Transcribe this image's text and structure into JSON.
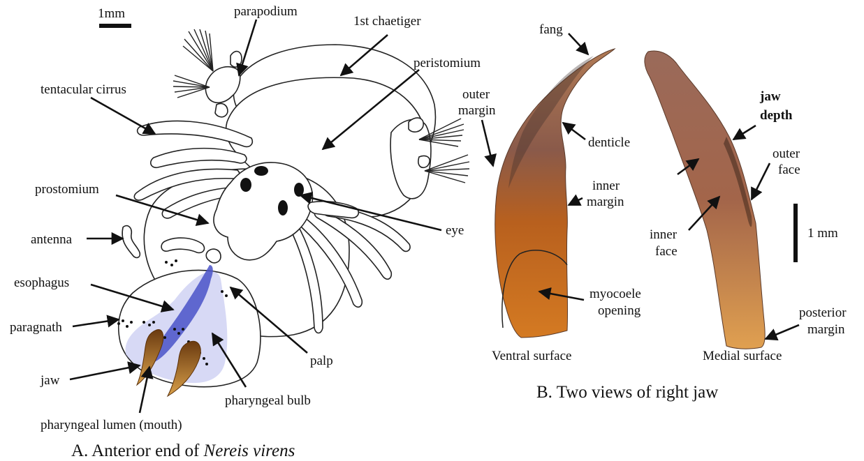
{
  "panel_a": {
    "scale_label": "1mm",
    "labels": {
      "parapodium": "parapodium",
      "chaetiger": "1st chaetiger",
      "peristomium": "peristomium",
      "tentacular_cirrus": "tentacular cirrus",
      "prostomium": "prostomium",
      "eye": "eye",
      "antenna": "antenna",
      "esophagus": "esophagus",
      "paragnath": "paragnath",
      "jaw": "jaw",
      "palp": "palp",
      "pharyngeal_bulb": "pharyngeal bulb",
      "pharyngeal_lumen": "pharyngeal lumen (mouth)"
    },
    "caption_prefix": "A. Anterior end of ",
    "caption_species": "Nereis virens"
  },
  "panel_b": {
    "labels": {
      "fang": "fang",
      "outer_margin_1": "outer",
      "outer_margin_2": "margin",
      "denticle": "denticle",
      "inner_margin_1": "inner",
      "inner_margin_2": "margin",
      "myocoele_1": "myocoele",
      "myocoele_2": "opening",
      "jaw_depth_1": "jaw",
      "jaw_depth_2": "depth",
      "outer_face_1": "outer",
      "outer_face_2": "face",
      "inner_face_1": "inner",
      "inner_face_2": "face",
      "posterior_1": "posterior",
      "posterior_2": "margin",
      "ventral_surface": "Ventral surface",
      "medial_surface": "Medial surface"
    },
    "scale_label": "1 mm",
    "caption": "B. Two views of right jaw"
  },
  "colors": {
    "esophagus_fill": "#4a52c8",
    "pharynx_tint": "#c9ccf2",
    "jaw_brown": "#8a4a1c",
    "jaw_tip": "#c98a3a"
  }
}
